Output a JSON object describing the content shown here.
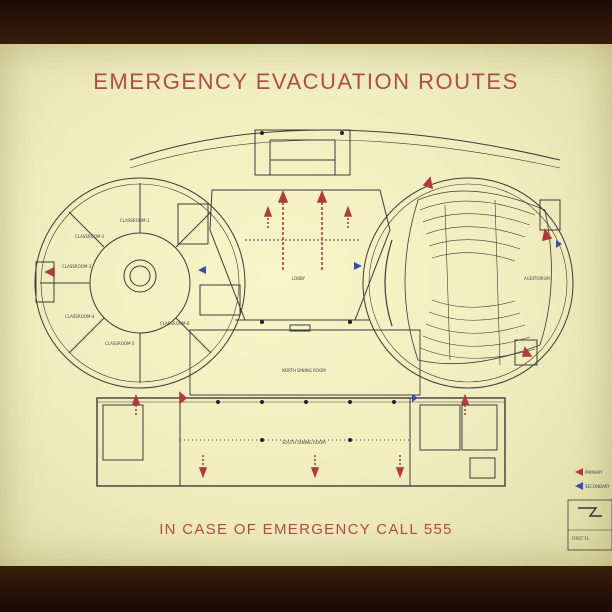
{
  "sign": {
    "title": "EMERGENCY EVACUATION ROUTES",
    "footer": "IN CASE OF EMERGENCY CALL 555"
  },
  "room_labels": {
    "lobby": "LOBBY",
    "north_dining": "NORTH DINING ROOM",
    "south_dining": "SOUTH DINING ROOM",
    "auditorium": "AUDITORIUM",
    "classroom_1": "CLASSROOM-1",
    "classroom_2": "CLASSROOM-2",
    "classroom_3": "CLASSROOM-3",
    "classroom_4": "CLASSROOM-4",
    "classroom_5": "CLASSROOM-5",
    "classroom_6": "CLASSROOM-6"
  },
  "legend": {
    "primary": "PRIMARY",
    "secondary": "SECONDARY"
  },
  "title_block": "FIRST FL",
  "colors": {
    "route_red": "#b33a3a",
    "route_blue": "#3a4fb0",
    "line": "#3b3b3b"
  }
}
